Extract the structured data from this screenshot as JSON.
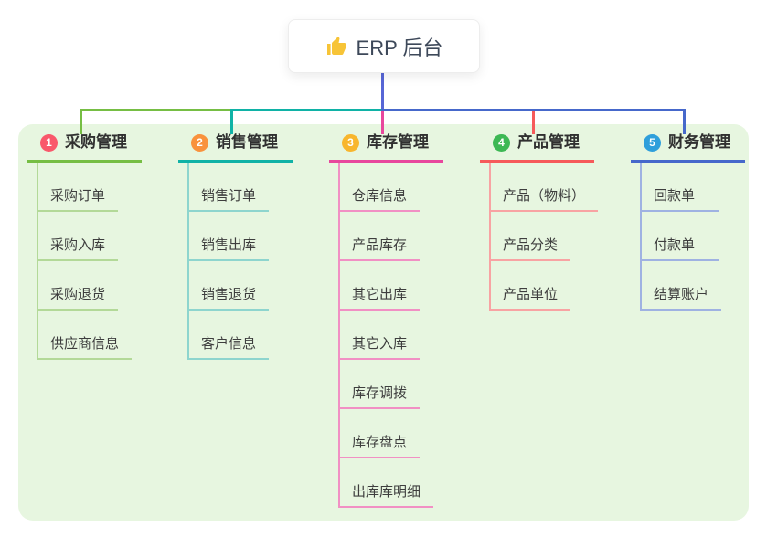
{
  "root": {
    "title": "ERP 后台",
    "icon": "thumbs-up-icon",
    "icon_color": "#f7c437"
  },
  "canvas": {
    "panel_color": "#e7f6e0",
    "page_color": "#ffffff",
    "stem_color": "#5766d6"
  },
  "branches": [
    {
      "index": "1",
      "title": "采购管理",
      "badge_color": "#f9586b",
      "line_color": "#76be44",
      "child_line_color": "#b3d998",
      "children": [
        "采购订单",
        "采购入库",
        "采购退货",
        "供应商信息"
      ]
    },
    {
      "index": "2",
      "title": "销售管理",
      "badge_color": "#f9923d",
      "line_color": "#10b2a6",
      "child_line_color": "#8ed5ce",
      "children": [
        "销售订单",
        "销售出库",
        "销售退货",
        "客户信息"
      ]
    },
    {
      "index": "3",
      "title": "库存管理",
      "badge_color": "#f8b62d",
      "line_color": "#e8479d",
      "child_line_color": "#f190c4",
      "children": [
        "仓库信息",
        "产品库存",
        "其它出库",
        "其它入库",
        "库存调拨",
        "库存盘点",
        "出库库明细"
      ]
    },
    {
      "index": "4",
      "title": "产品管理",
      "badge_color": "#3db854",
      "line_color": "#f65a5a",
      "child_line_color": "#f8a3a3",
      "children": [
        "产品（物料）",
        "产品分类",
        "产品单位"
      ]
    },
    {
      "index": "5",
      "title": "财务管理",
      "badge_color": "#2f9fdb",
      "line_color": "#4668cb",
      "child_line_color": "#9fb2e2",
      "children": [
        "回款单",
        "付款单",
        "结算账户"
      ]
    }
  ]
}
